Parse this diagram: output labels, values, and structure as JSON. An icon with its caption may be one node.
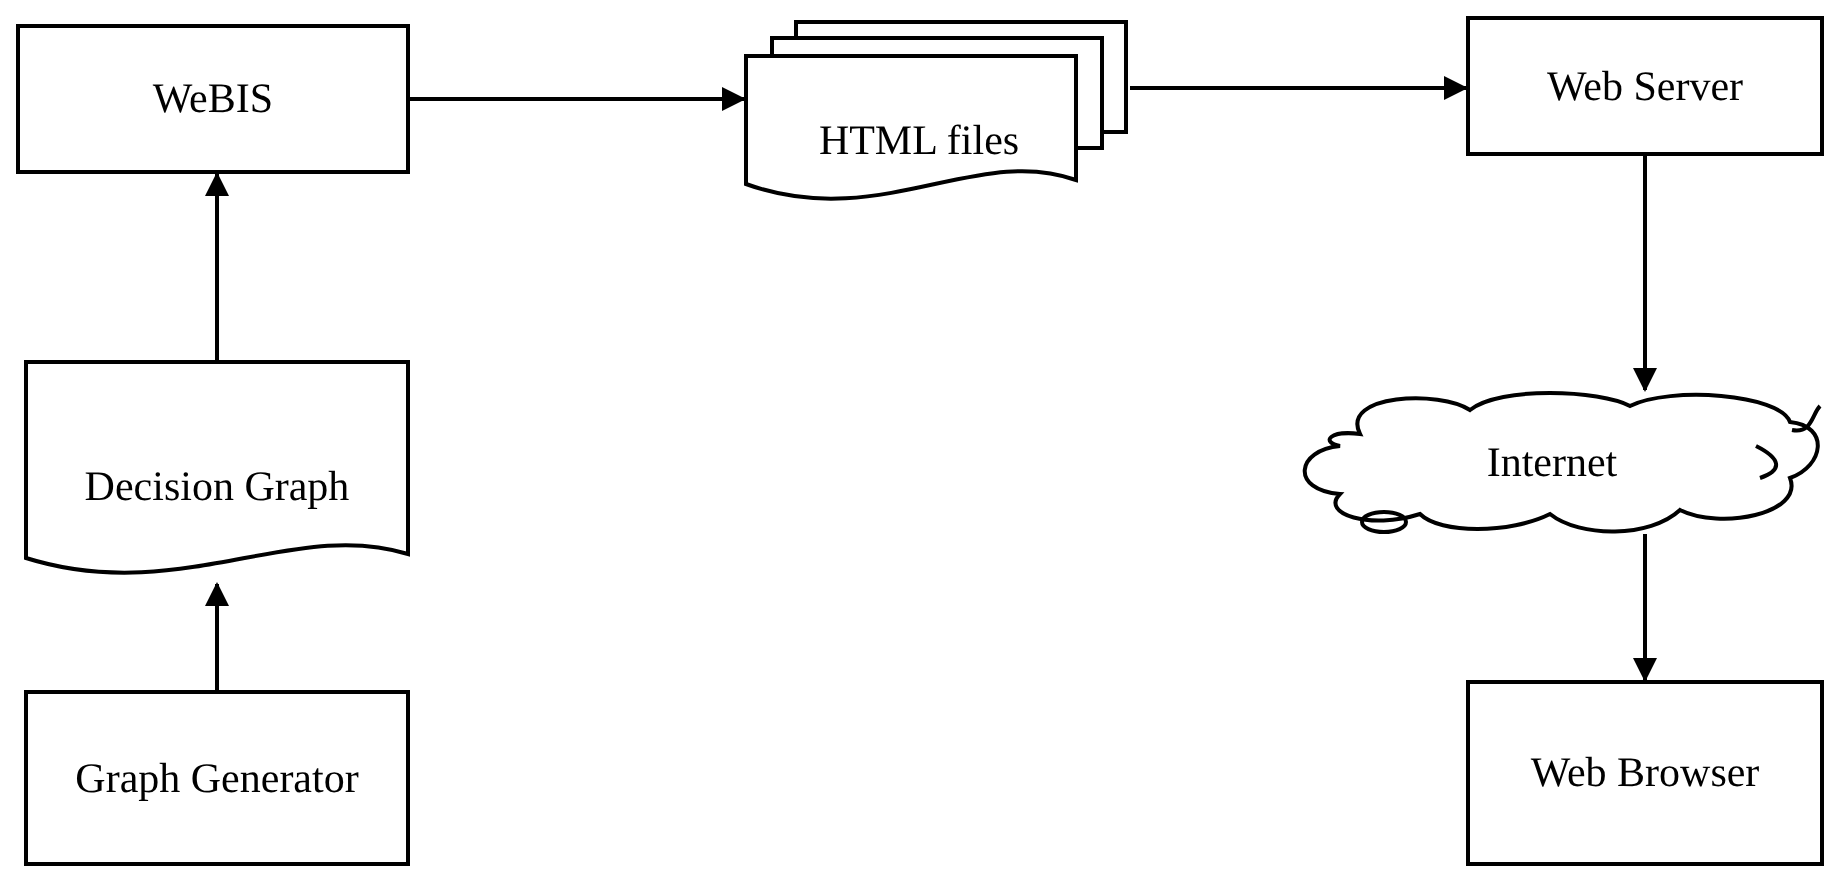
{
  "diagram": {
    "nodes": [
      {
        "text": [
          "WeBIS"
        ]
      },
      {
        "text": [
          "HTML files"
        ]
      },
      {
        "text": [
          "Web Server"
        ]
      },
      {
        "text": [
          "Decision Graph"
        ]
      },
      {
        "text": [
          "Internet"
        ]
      },
      {
        "text": [
          "Graph Generator"
        ]
      },
      {
        "text": [
          "Web Browser"
        ]
      }
    ],
    "edges": [
      {
        "from": 0,
        "to": 1,
        "arrow": "to"
      },
      {
        "from": 1,
        "to": 2,
        "arrow": "to"
      },
      {
        "from": 2,
        "to": 4,
        "arrow": "to"
      },
      {
        "from": 4,
        "to": 6,
        "arrow": "to"
      },
      {
        "from": 3,
        "to": 0,
        "arrow": "to"
      },
      {
        "from": 5,
        "to": 3,
        "arrow": "to"
      }
    ]
  }
}
